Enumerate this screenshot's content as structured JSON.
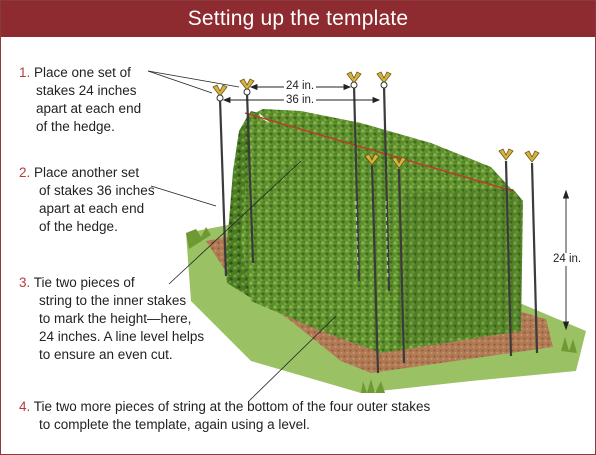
{
  "title": "Setting up the template",
  "steps": [
    {
      "num": "1.",
      "lines": [
        "Place one set of",
        "stakes 24 inches",
        "apart at each end",
        "of the hedge."
      ]
    },
    {
      "num": "2.",
      "lines": [
        "Place another set",
        "of stakes 36 inches",
        "apart at each end",
        "of the hedge."
      ]
    },
    {
      "num": "3.",
      "lines": [
        "Tie two pieces of",
        "string to the inner stakes",
        "to mark the height—here,",
        "24 inches. A line level helps",
        "to ensure an even cut."
      ]
    },
    {
      "num": "4.",
      "lines": [
        "Tie two more pieces of string at the bottom of the four outer stakes",
        "to complete the template, again using a level."
      ]
    }
  ],
  "dimensions": {
    "inner_spacing": "24 in.",
    "outer_spacing": "36 in.",
    "height": "24 in."
  },
  "colors": {
    "header": "#8e2b30",
    "step_number": "#b43c3c",
    "hedge": "#5d8f2e",
    "mulch": "#b07a55",
    "grass": "#7da63c",
    "string": "#c0392b"
  }
}
